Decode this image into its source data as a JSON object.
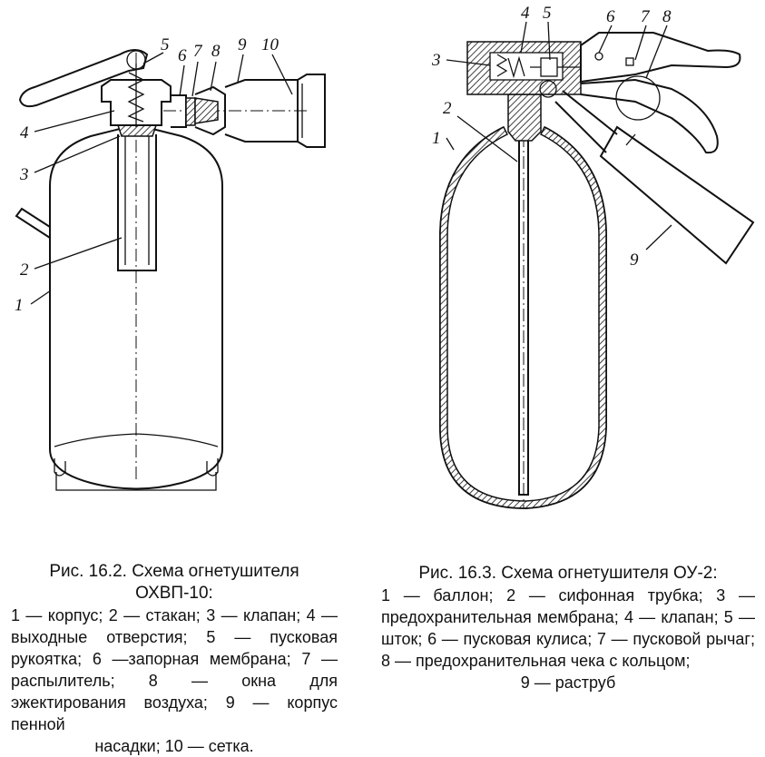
{
  "figure_left": {
    "labels": [
      "1",
      "2",
      "3",
      "4",
      "5",
      "6",
      "7",
      "8",
      "9",
      "10"
    ],
    "caption_title_1": "Рис. 16.2. Схема огнетушителя",
    "caption_title_2": "ОХВП-10:",
    "caption_body": "1 — корпус; 2 — стакан; 3 — клапан; 4 — выходные отверстия; 5 — пусковая рукоятка; 6 —запорная мембрана; 7 — распылитель; 8 — окна для эжектирования воздуха; 9 — корпус пенной",
    "caption_last": "насадки; 10 — сетка."
  },
  "figure_right": {
    "labels": [
      "1",
      "2",
      "3",
      "4",
      "5",
      "6",
      "7",
      "8",
      "9"
    ],
    "caption_title": "Рис. 16.3. Схема огнетушителя ОУ-2:",
    "caption_body": "1 — баллон; 2 — сифонная трубка; 3 — предохранительная мембрана; 4 — клапан; 5 — шток; 6 — пусковая кулиса; 7 — пусковой рычаг; 8 — предохранительная чека с кольцом;",
    "caption_last": "9 — раструб"
  }
}
